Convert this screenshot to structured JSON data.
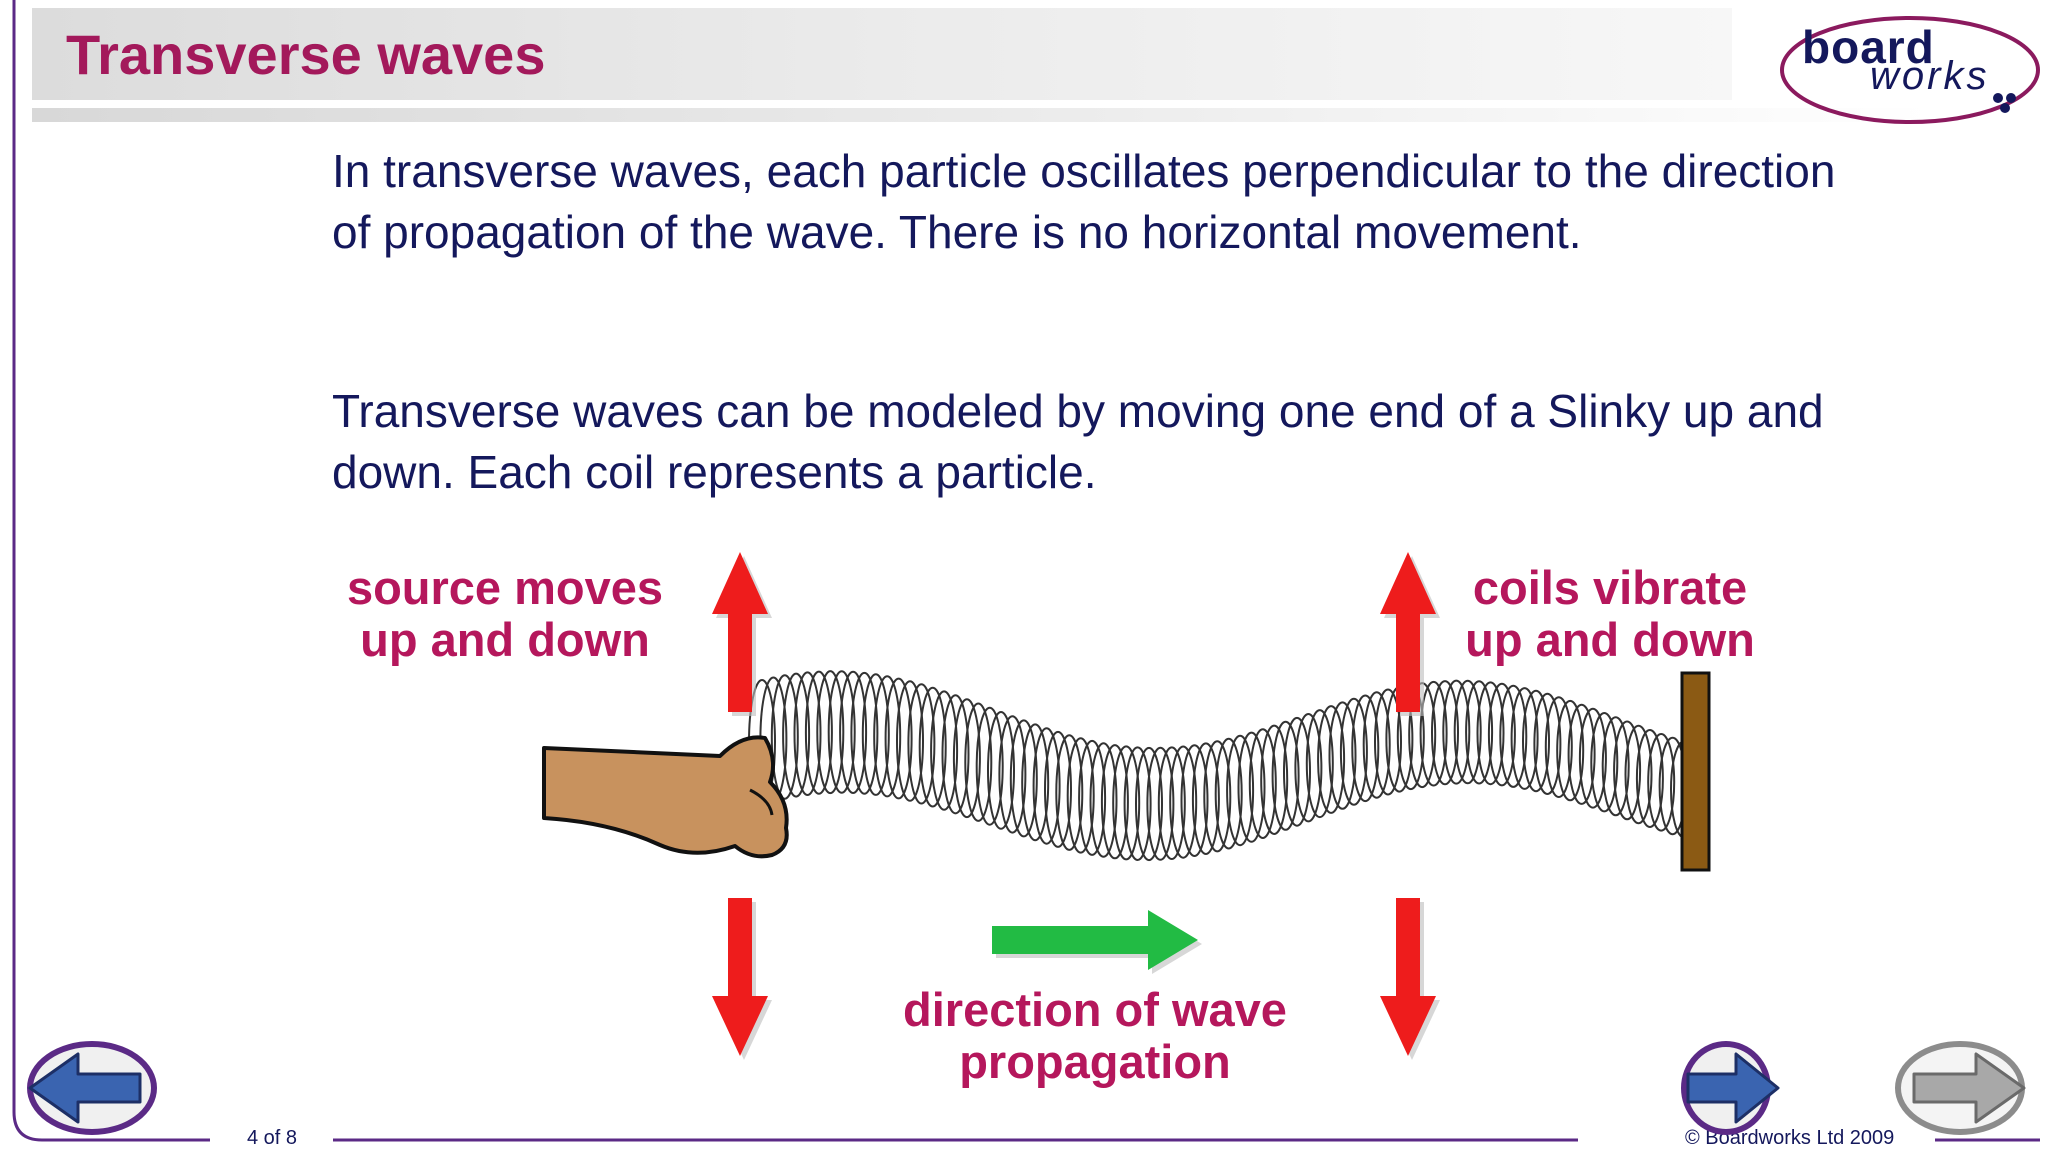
{
  "slide": {
    "title": "Transverse waves",
    "paragraph1": "In transverse waves, each particle oscillates perpendicular to the direction of propagation of the wave. There is no horizontal movement.",
    "paragraph2": "Transverse waves can be modeled by moving one end of a Slinky up and down. Each coil represents a particle."
  },
  "diagram": {
    "label_source_line1": "source moves",
    "label_source_line2": "up and down",
    "label_coils_line1": "coils vibrate",
    "label_coils_line2": "up and down",
    "label_direction_line1": "direction of wave",
    "label_direction_line2": "propagation"
  },
  "footer": {
    "page_indicator": "4 of 8",
    "copyright": "© Boardworks Ltd 2009"
  },
  "logo": {
    "line1": "board",
    "line2": "works"
  },
  "colors": {
    "title": "#a3195b",
    "body_text": "#14185c",
    "label": "#b5175c",
    "frame": "#5b2a86",
    "arrow_red": "#ee1c1c",
    "arrow_green": "#22bb44",
    "hand": "#c8925e",
    "wall": "#8b5a14"
  },
  "icons": {
    "prev": "arrow-left-icon",
    "next": "arrow-right-icon",
    "next_disabled": "arrow-right-gray-icon"
  }
}
